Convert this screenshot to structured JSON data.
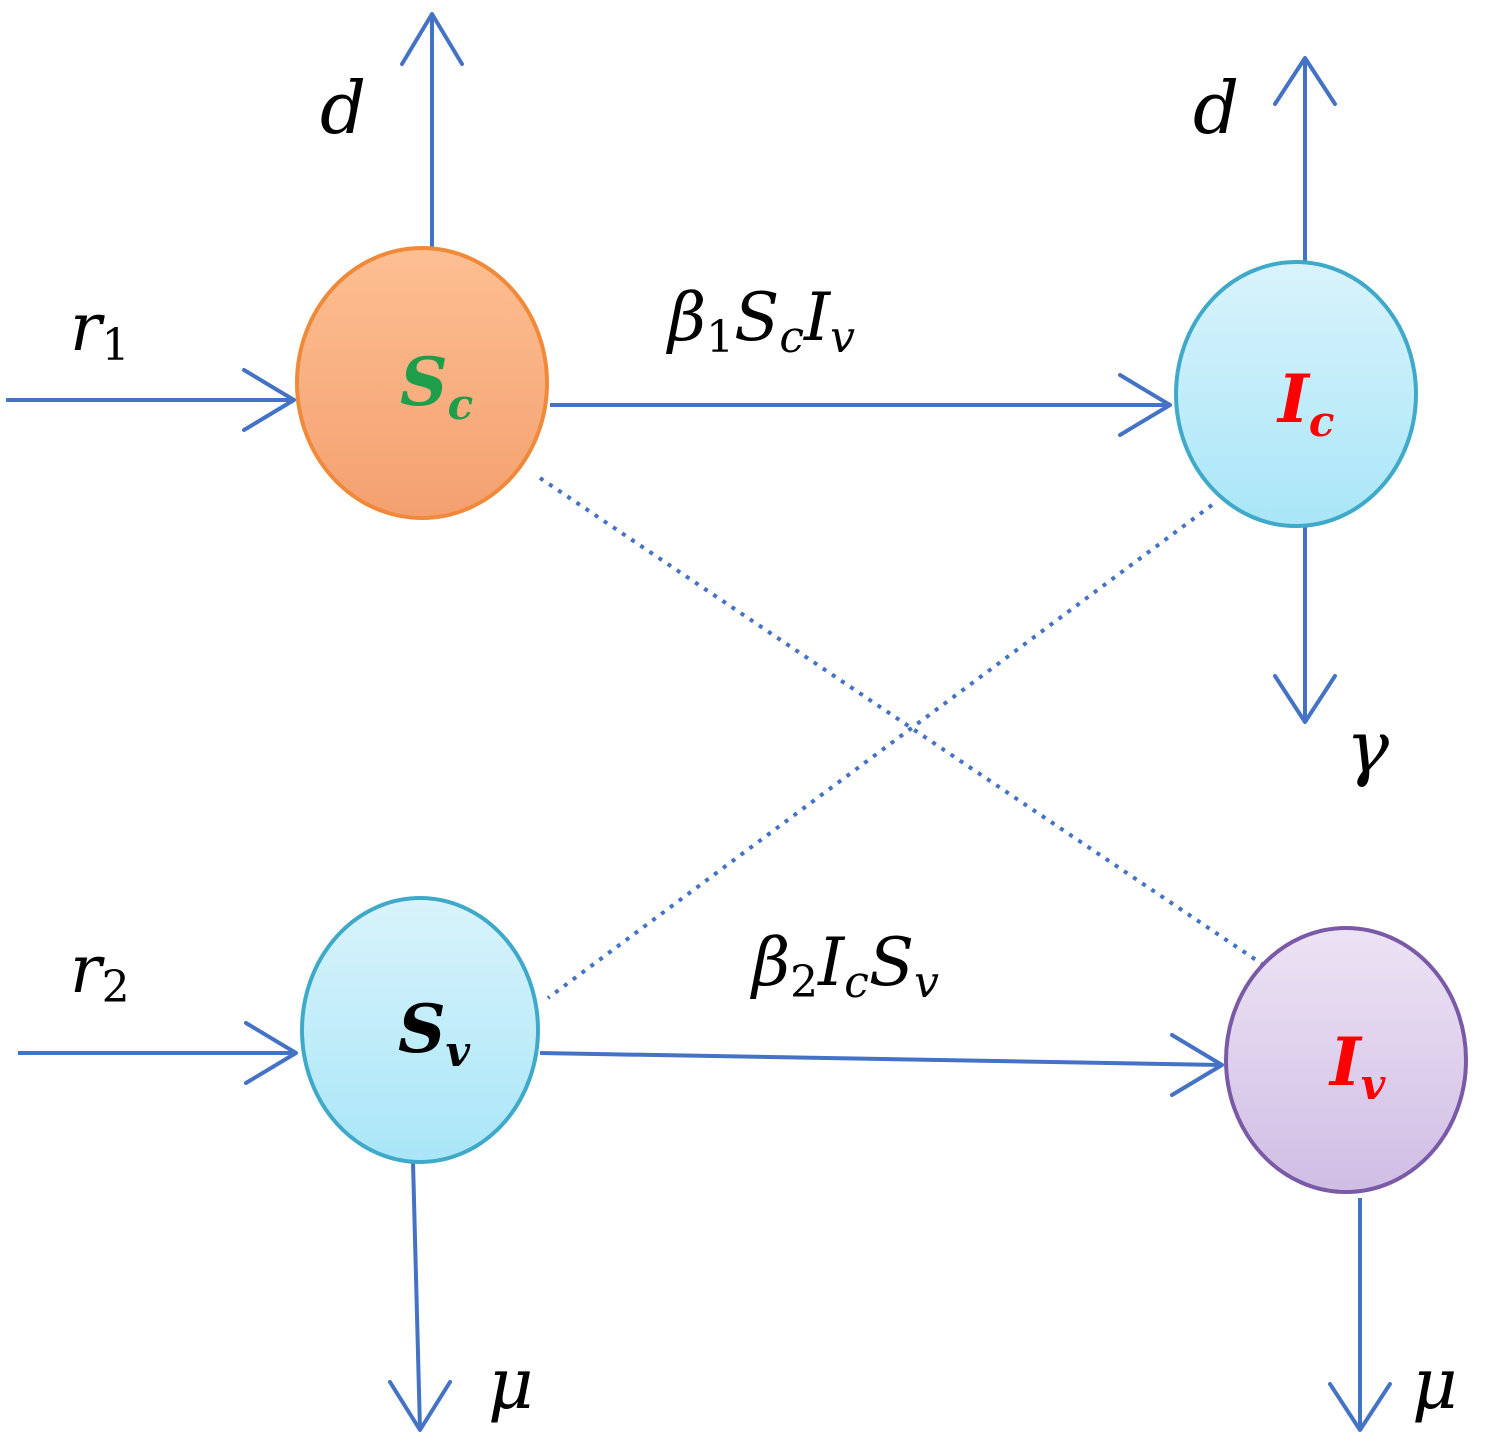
{
  "nodes": {
    "sc": {
      "main": "S",
      "sub": "c",
      "color": "#1E9E4A",
      "fill_top": "#FDBF92",
      "fill_bottom": "#F4A070",
      "stroke": "#F08A3A"
    },
    "ic": {
      "main": "I",
      "sub": "c",
      "color": "#FF0000",
      "fill_top": "#D9F3FB",
      "fill_bottom": "#A9E6F8",
      "stroke": "#3FA9C9"
    },
    "sv": {
      "main": "S",
      "sub": "v",
      "color": "#000000",
      "fill_top": "#D9F3FB",
      "fill_bottom": "#A9E6F8",
      "stroke": "#3FA9C9"
    },
    "iv": {
      "main": "I",
      "sub": "v",
      "color": "#FF0000",
      "fill_top": "#EDE3F4",
      "fill_bottom": "#D0BDE5",
      "stroke": "#7A5AA6"
    }
  },
  "rates": {
    "d_left": "d",
    "d_right": "d",
    "r1": {
      "main": "r",
      "sub": "1"
    },
    "r2": {
      "main": "r",
      "sub": "2"
    },
    "gamma": "γ",
    "mu_left": "μ",
    "mu_right": "μ",
    "beta1": {
      "beta": "β",
      "bsub": "1",
      "s": "S",
      "ssub": "c",
      "i": "I",
      "isub": "v"
    },
    "beta2": {
      "beta": "β",
      "bsub": "2",
      "i": "I",
      "isub": "c",
      "s": "S",
      "ssub": "v"
    }
  },
  "colors": {
    "edge": "#4472C4"
  }
}
